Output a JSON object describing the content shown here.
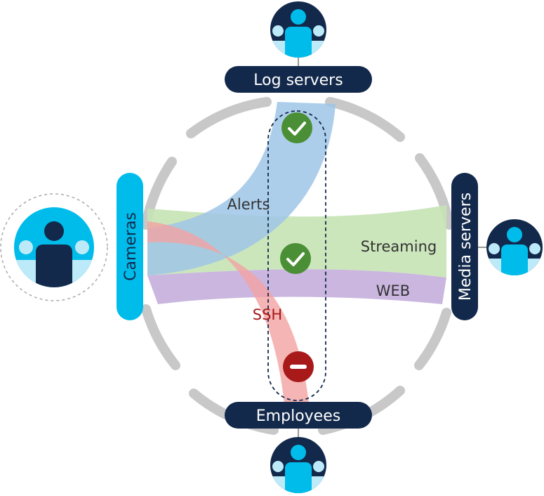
{
  "nodes": {
    "top": {
      "label": "Log servers"
    },
    "bottom": {
      "label": "Employees"
    },
    "left": {
      "label": "Cameras"
    },
    "right": {
      "label": "Media servers"
    }
  },
  "flows": {
    "alerts": {
      "label": "Alerts",
      "color": "#9fc5e8"
    },
    "streaming": {
      "label": "Streaming",
      "color": "#c6e3b5"
    },
    "web": {
      "label": "WEB",
      "color": "#c4aedb"
    },
    "ssh": {
      "label": "SSH",
      "color": "#f2a3a3"
    }
  },
  "status": {
    "alerts": "allowed",
    "streaming": "allowed",
    "ssh": "blocked"
  },
  "colors": {
    "navy": "#13294b",
    "accent": "#00bceb",
    "ring": "#c8c8c8",
    "allowed": "#4a8f35",
    "blocked": "#a8191a"
  }
}
